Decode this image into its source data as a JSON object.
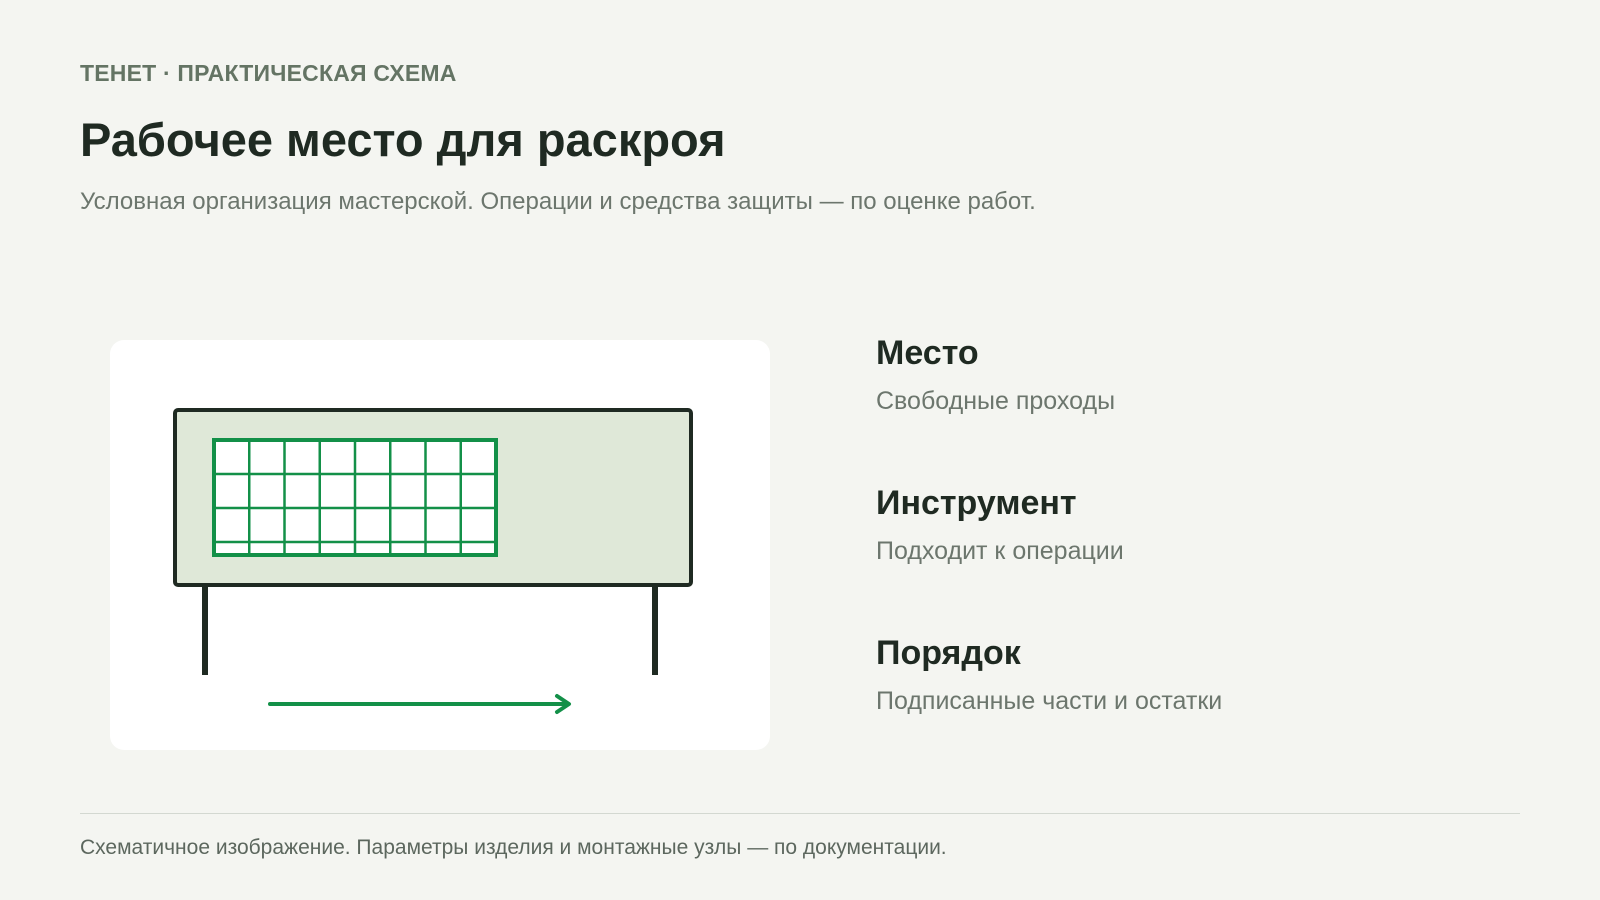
{
  "header": {
    "kicker": "ТЕНЕТ · ПРАКТИЧЕСКАЯ СХЕМА",
    "title": "Рабочее место для раскроя",
    "subtitle": "Условная организация мастерской. Операции и средства защиты — по оценке работ."
  },
  "illustration": {
    "icons": [
      "cutting-table-icon",
      "material-grid-icon",
      "direction-arrow-icon"
    ],
    "colors": {
      "outline": "#1f2a22",
      "tabletop": "#dfe8d8",
      "accent": "#139048",
      "card": "#ffffff"
    },
    "grid": {
      "columns": 8,
      "rows": 3
    }
  },
  "features": [
    {
      "title": "Место",
      "text": "Свободные проходы"
    },
    {
      "title": "Инструмент",
      "text": "Подходит к операции"
    },
    {
      "title": "Порядок",
      "text": "Подписанные части и остатки"
    }
  ],
  "footer": {
    "note": "Схематичное изображение. Параметры изделия и монтажные узлы — по документации."
  },
  "colors": {
    "background": "#f4f5f1",
    "heading": "#1f2a22",
    "muted": "#6c766d",
    "kicker": "#647464"
  }
}
